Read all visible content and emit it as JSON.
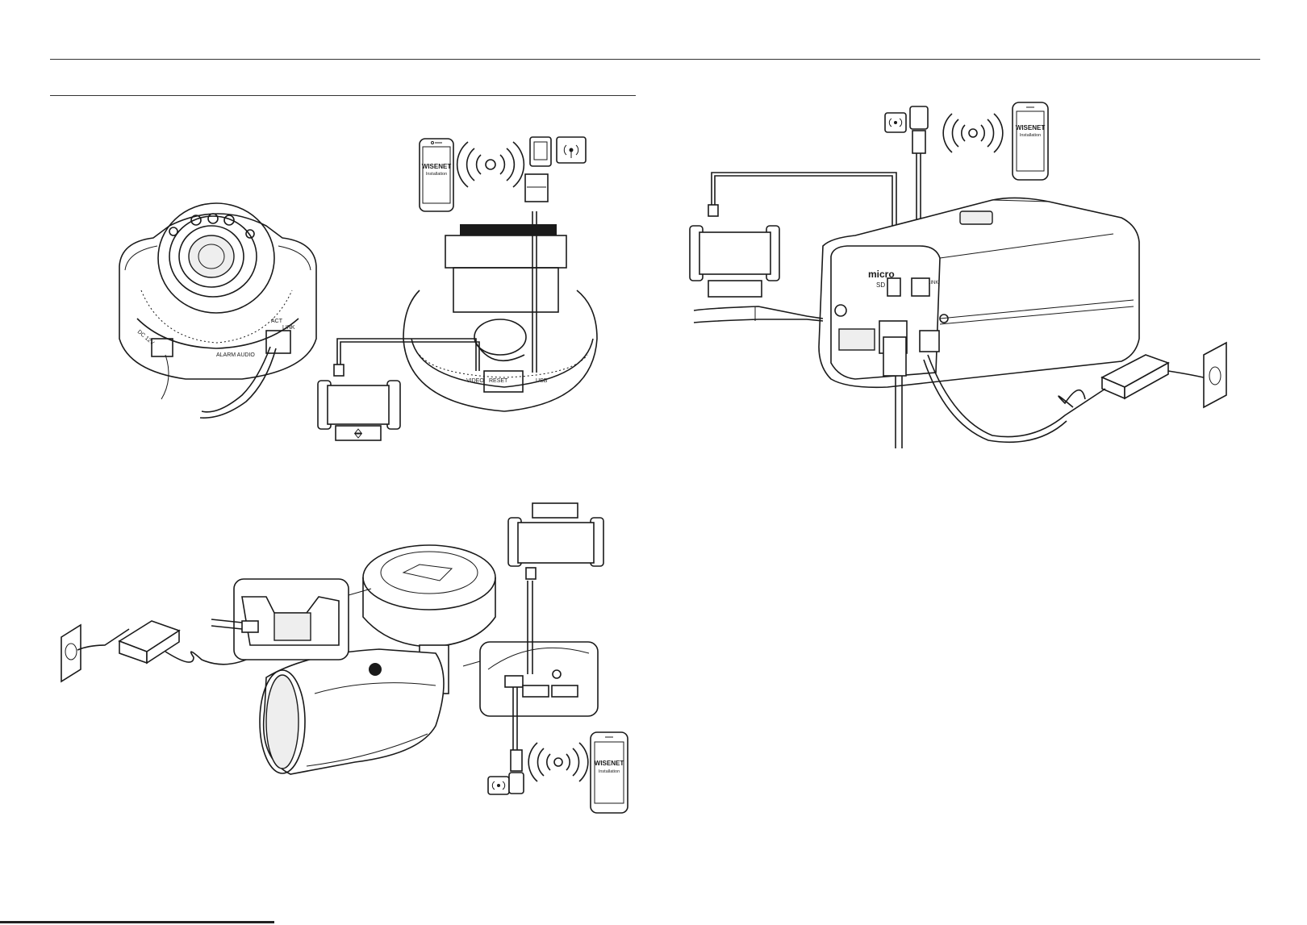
{
  "phones": [
    {
      "brand": "WISENET",
      "label": "Installation"
    },
    {
      "brand": "WISENET",
      "label": "Installation"
    },
    {
      "brand": "WISENET",
      "label": "Installation"
    }
  ],
  "dome_ports": {
    "video": "VIDEO",
    "reset": "RESET",
    "usb": "USB",
    "act": "ACT",
    "link": "LINK",
    "alarm_audio": "ALARM AUDIO",
    "dc12v": "DC 12V"
  },
  "box_ports": {
    "micro": "micro",
    "sd": "SD",
    "link": "LINK"
  },
  "colors": {
    "line": "#1a1a1a",
    "background": "#ffffff"
  },
  "icons": [
    "smartphone-icon",
    "wifi-waves-icon",
    "usb-dongle-icon",
    "wireless-badge-icon",
    "monitor-icon",
    "power-adapter-icon",
    "wall-outlet-icon"
  ]
}
